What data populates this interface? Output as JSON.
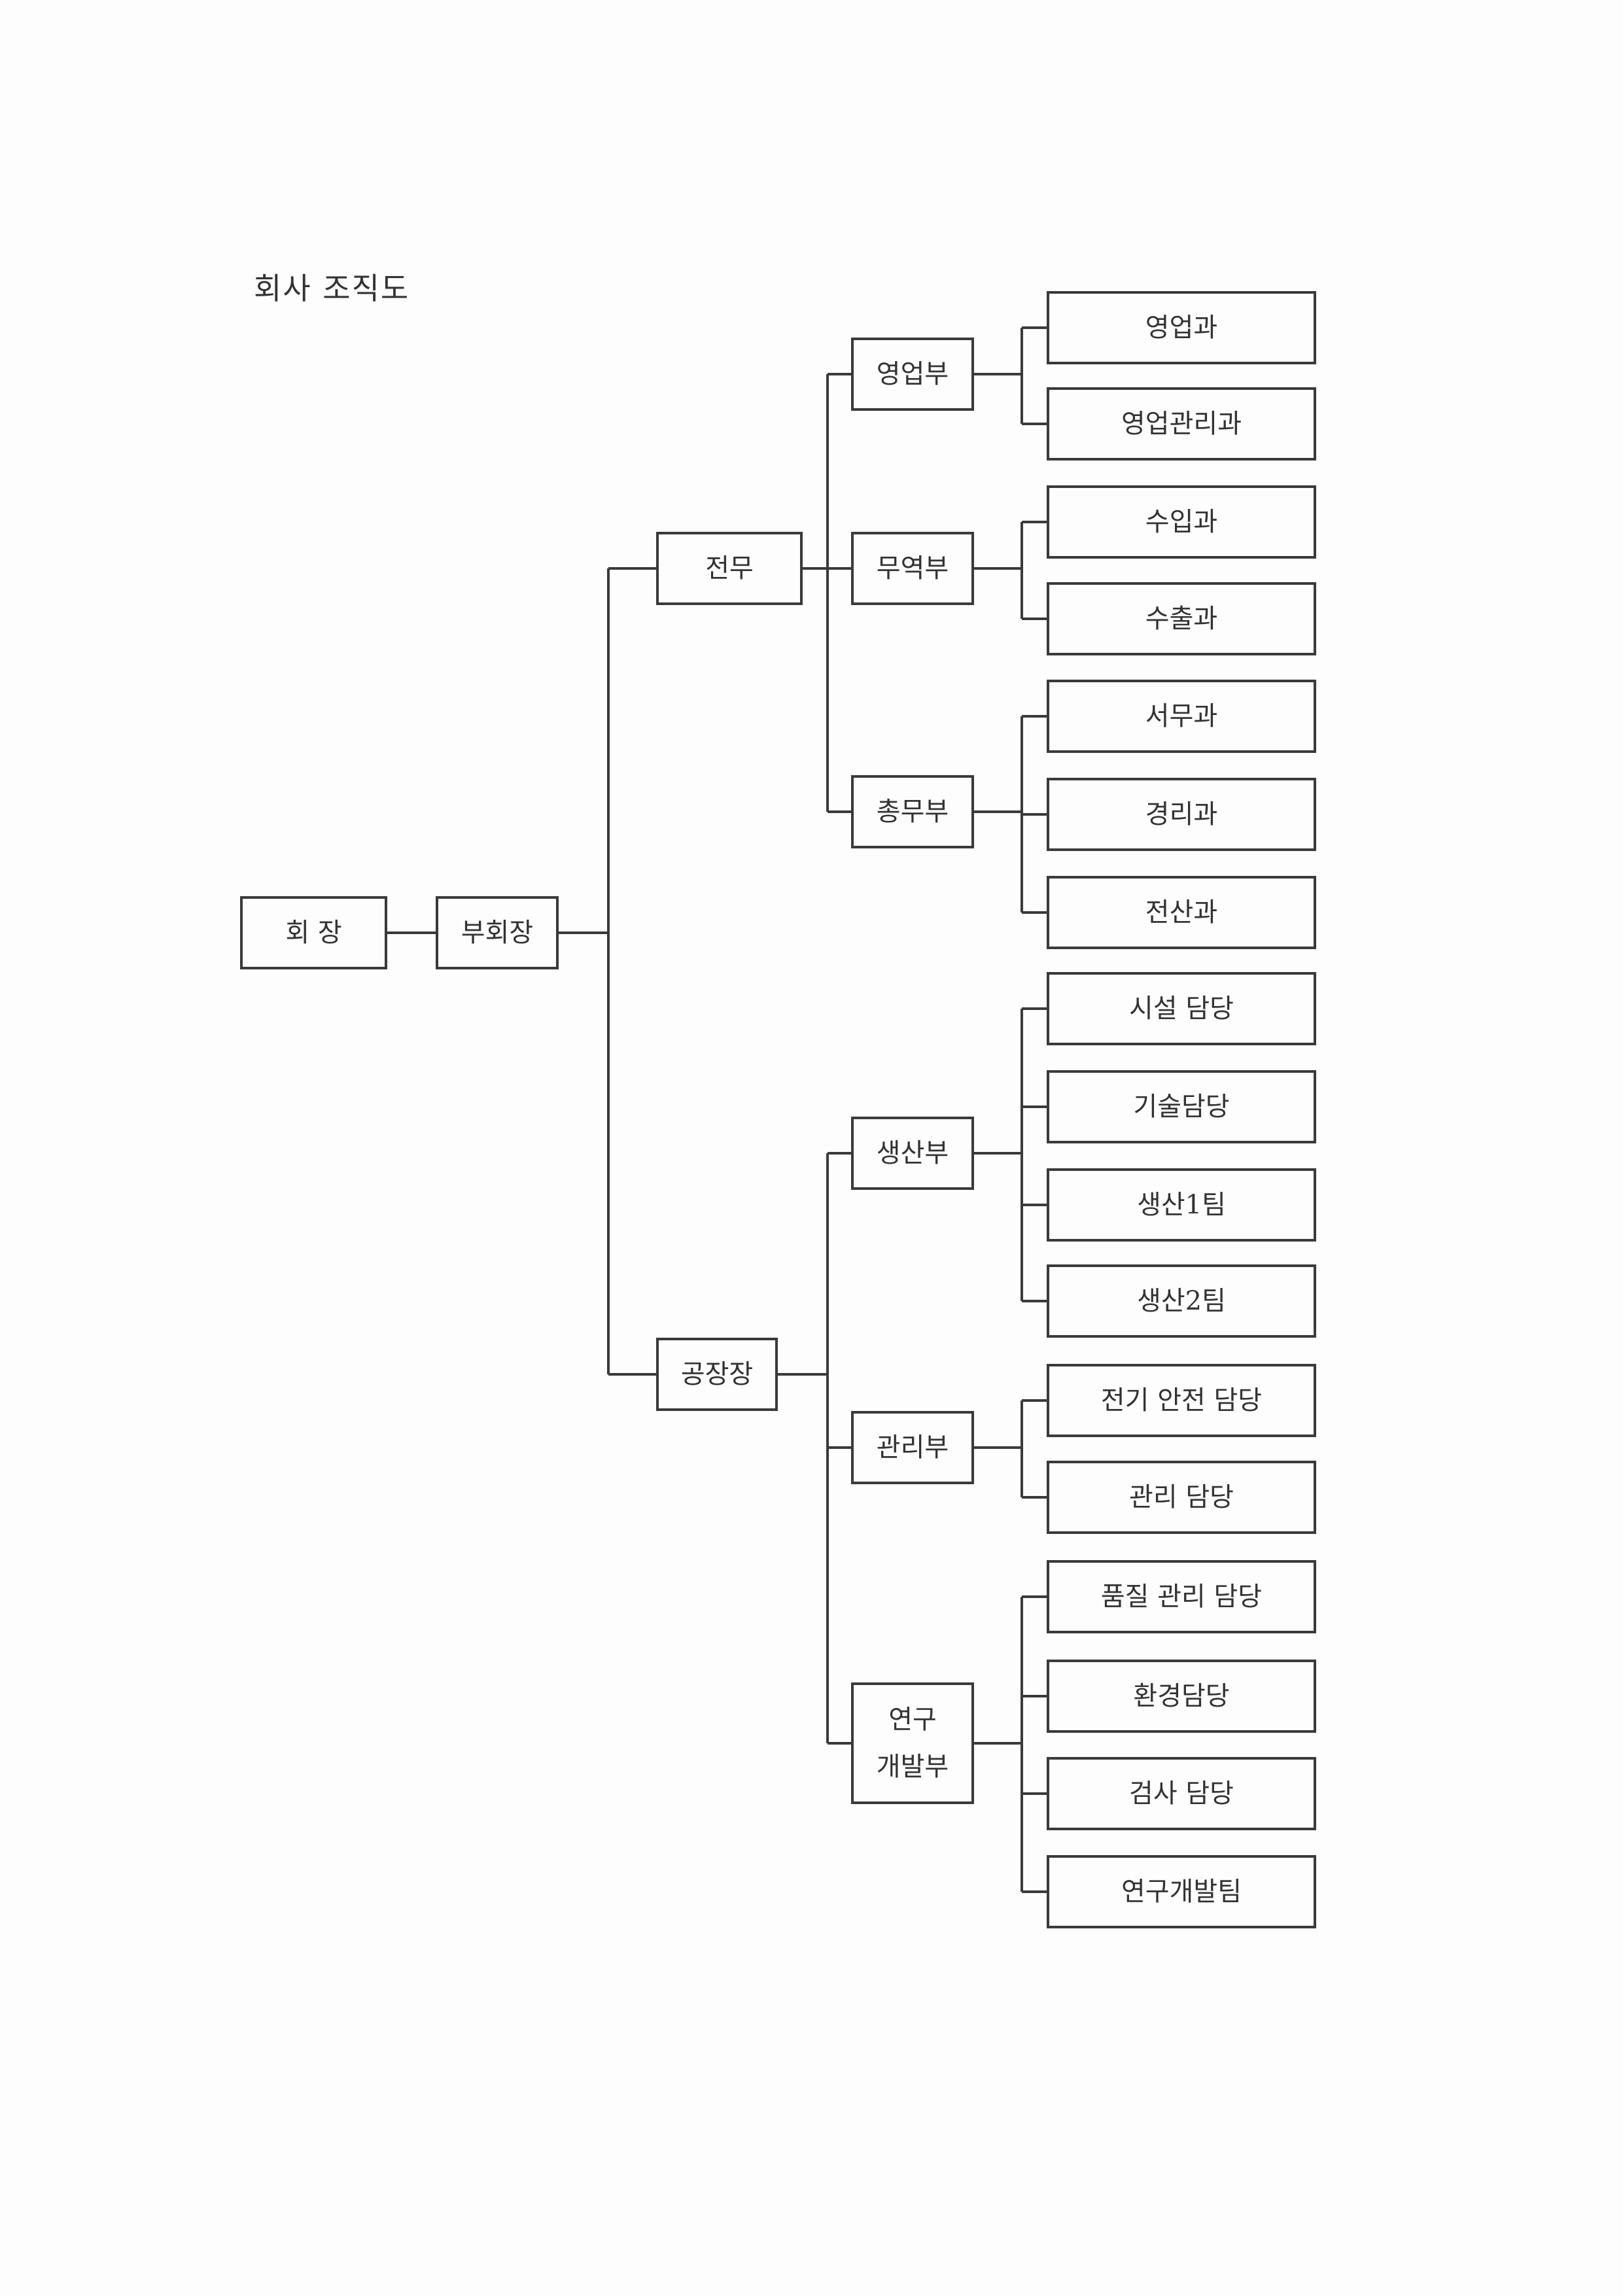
{
  "title": "회사 조직도",
  "nodes": {
    "chairman": "회 장",
    "vice_chairman": "부회장",
    "executive_director": "전무",
    "plant_manager": "공장장",
    "depts": [
      "영업부",
      "무역부",
      "총무부",
      "생산부",
      "관리부",
      "연구\n개발부"
    ],
    "teams": [
      "영업과",
      "영업관리과",
      "수입과",
      "수출과",
      "서무과",
      "경리과",
      "전산과",
      "시설 담당",
      "기술담당",
      "생산1팀",
      "생산2팀",
      "전기 안전 담당",
      "관리 담당",
      "품질 관리 담당",
      "환경담당",
      "검사 담당",
      "연구개발팀"
    ]
  }
}
